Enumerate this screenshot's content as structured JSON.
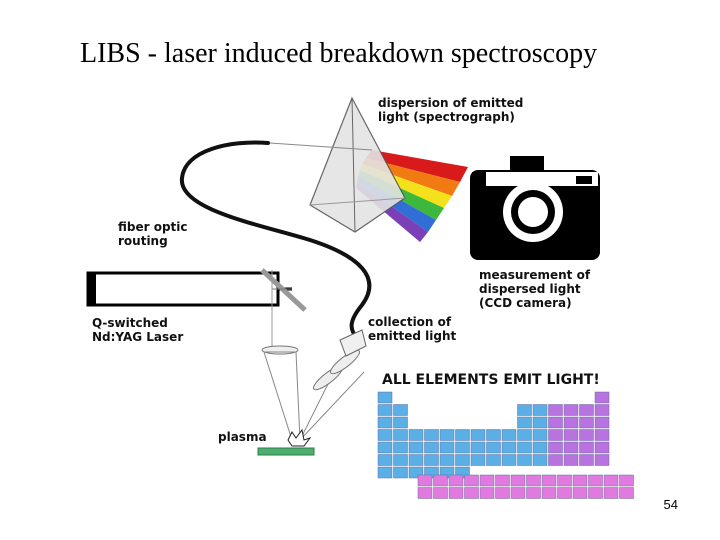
{
  "title": "LIBS - laser induced breakdown spectroscopy",
  "labels": {
    "dispersion_line1": "dispersion of emitted",
    "dispersion_line2": "light (spectrograph)",
    "fiber_line1": "fiber optic",
    "fiber_line2": "routing",
    "measurement_line1": "measurement of",
    "measurement_line2": "dispersed light",
    "measurement_line3": "(CCD camera)",
    "laser_line1": "Q-switched",
    "laser_line2": "Nd:YAG Laser",
    "collection_line1": "collection of",
    "collection_line2": "emitted light",
    "plasma": "plasma",
    "all_elements": "ALL ELEMENTS EMIT LIGHT!"
  },
  "page_number": "54",
  "colors": {
    "spectrum": [
      "#d91a1a",
      "#f27a12",
      "#f5e11b",
      "#3cb83c",
      "#2f6fd6",
      "#7b3fb8"
    ],
    "periodic_blue": "#5ab0e6",
    "periodic_purple": "#b873e0",
    "periodic_magenta": "#e07ae0",
    "sample_green": "#4caf6e"
  },
  "icons": [
    "prism-icon",
    "camera-icon",
    "laser-icon",
    "lens-icon",
    "mirror-icon",
    "periodic-table-icon"
  ]
}
